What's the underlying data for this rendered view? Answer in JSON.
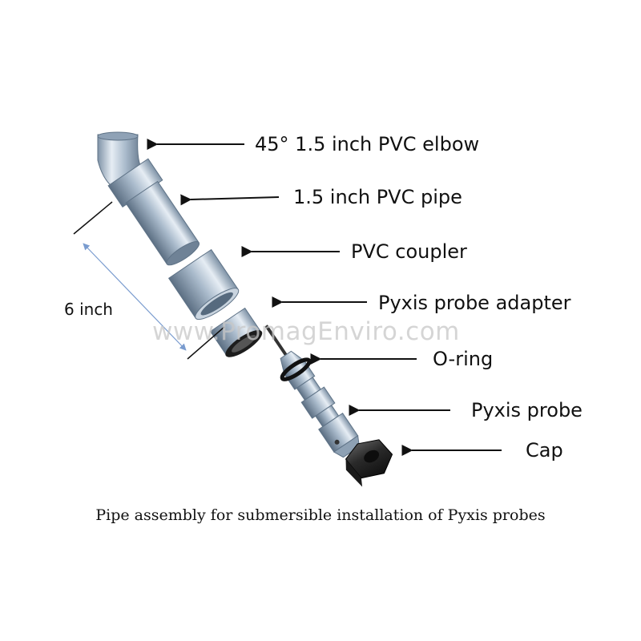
{
  "labels": {
    "elbow": "45° 1.5 inch PVC elbow",
    "pipe": "1.5 inch PVC pipe",
    "coupler": "PVC coupler",
    "adapter": "Pyxis probe adapter",
    "oring": "O-ring",
    "probe": "Pyxis probe",
    "cap": "Cap"
  },
  "dimension": "6 inch",
  "watermark": "www.PromagEnviro.com",
  "caption": "Pipe assembly for submersible installation of Pyxis probes",
  "colors": {
    "metal_light": "#d9e2ec",
    "metal_mid": "#9fb1c4",
    "metal_dark": "#5f7387",
    "cap": "#2b2b2b",
    "dimension_line": "#7a9ccf",
    "text": "#111111"
  }
}
